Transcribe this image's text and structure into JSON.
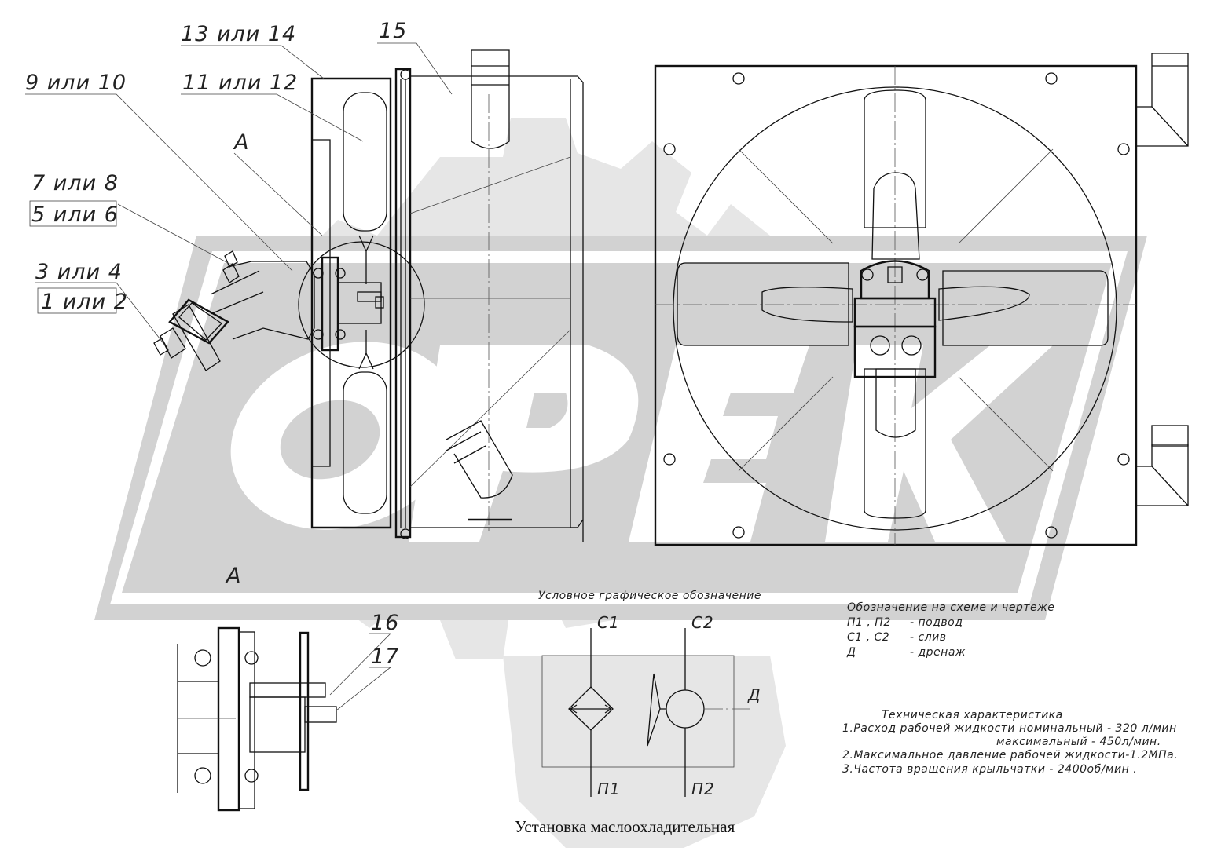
{
  "drawing": {
    "title": "Установка маслоохладительная",
    "view_label": "А",
    "view_section_label": "А"
  },
  "callouts": [
    {
      "id": "13-14",
      "text": "13 или 14"
    },
    {
      "id": "15",
      "text": "15"
    },
    {
      "id": "9-10",
      "text": "9 или 10"
    },
    {
      "id": "11-12",
      "text": "11 или 12"
    },
    {
      "id": "7-8",
      "text": "7 или 8"
    },
    {
      "id": "5-6",
      "text": "5 или 6"
    },
    {
      "id": "3-4",
      "text": "3 или 4"
    },
    {
      "id": "1-2",
      "text": "1 или 2"
    },
    {
      "id": "16",
      "text": "16"
    },
    {
      "id": "17",
      "text": "17"
    }
  ],
  "symbol": {
    "caption": "Условное графическое обозначение",
    "ports": {
      "c1": "С1",
      "c2": "С2",
      "p1": "П1",
      "p2": "П2",
      "d": "Д"
    }
  },
  "legend": {
    "heading": "Обозначение на схеме и чертеже",
    "rows": [
      {
        "code": "П1 , П2",
        "desc": "- подвод"
      },
      {
        "code": "С1 , С2",
        "desc": "- слив"
      },
      {
        "code": "Д",
        "desc": "- дренаж"
      }
    ]
  },
  "specs": {
    "heading": "Техническая характеристика",
    "lines": [
      "1.Расход рабочей жидкости номинальный - 320 л/мин",
      "максимальный - 450л/мин.",
      "2.Максимальное давление рабочей жидкости-1.2МПа.",
      "3.Частота вращения крыльчатки - 2400об/мин ."
    ]
  },
  "colors": {
    "line": "#111111",
    "watermark_light": "#e6e6e6",
    "watermark_dark": "#d2d2d2",
    "background": "#ffffff"
  }
}
